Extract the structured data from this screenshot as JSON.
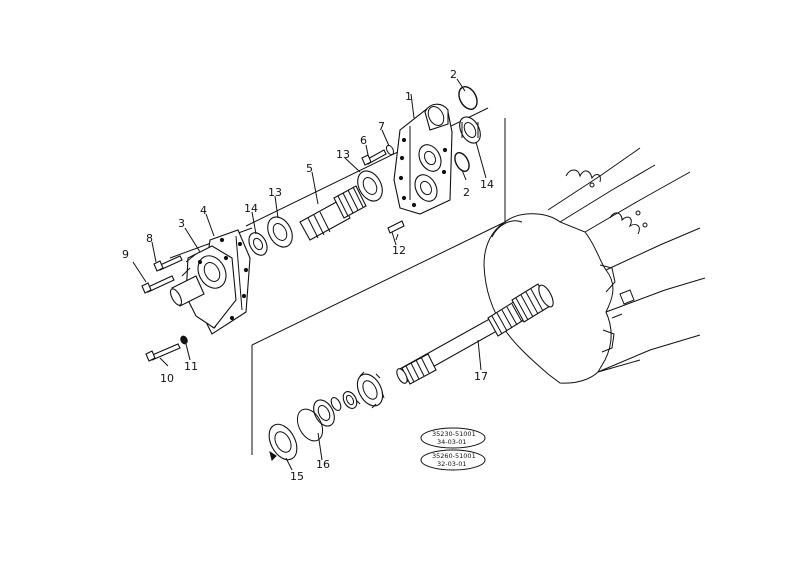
{
  "callouts": {
    "c1": "1",
    "c2a": "2",
    "c2b": "2",
    "c3": "3",
    "c4": "4",
    "c5": "5",
    "c6": "6",
    "c7": "7",
    "c8": "8",
    "c9": "9",
    "c10": "10",
    "c11": "11",
    "c12": "12",
    "c13a": "13",
    "c13b": "13",
    "c14a": "14",
    "c14b": "14",
    "c15": "15",
    "c16": "16",
    "c17": "17"
  },
  "stamps": [
    {
      "line1": "35230-51001",
      "line2": "34-03-01"
    },
    {
      "line1": "35260-51001",
      "line2": "32-03-01"
    }
  ]
}
